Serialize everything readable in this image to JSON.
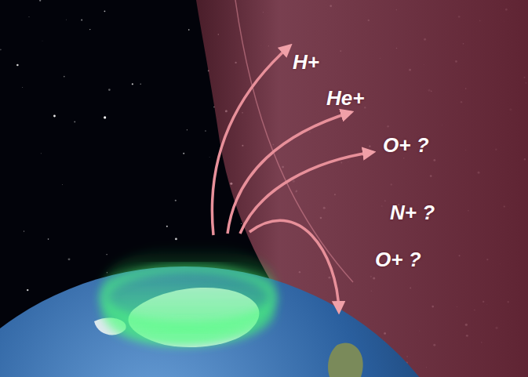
{
  "diagram": {
    "labels": [
      "H+",
      "He+",
      "O+ ?",
      "N+ ?",
      "O+ ?"
    ]
  }
}
